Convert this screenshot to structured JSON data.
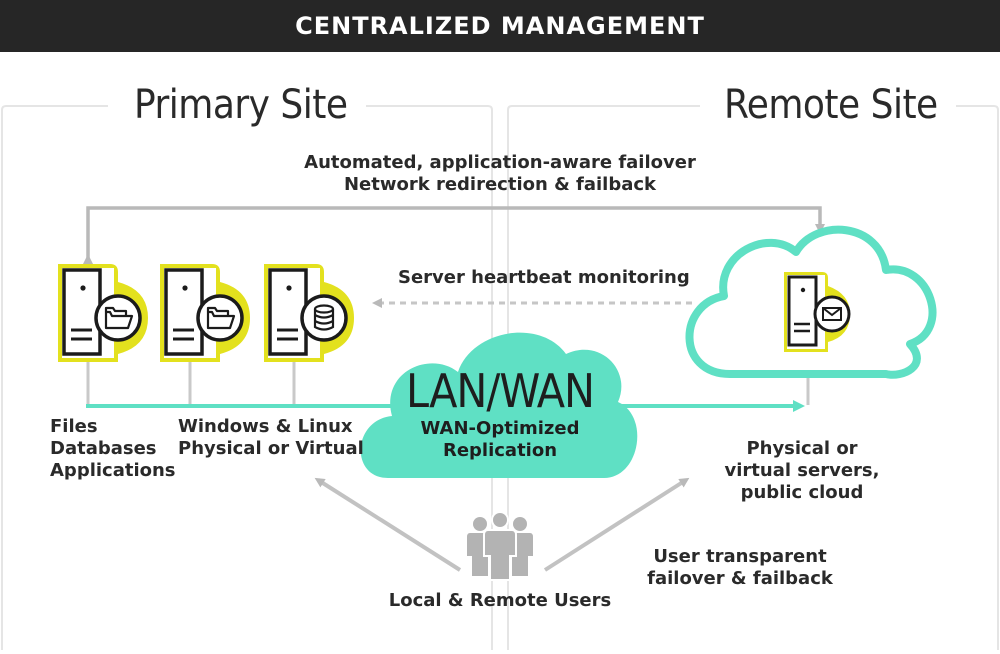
{
  "header": {
    "title": "CENTRALIZED MANAGEMENT"
  },
  "sites": {
    "primary": "Primary Site",
    "remote": "Remote Site"
  },
  "failover": {
    "line1": "Automated, application-aware failover",
    "line2": "Network redirection & failback"
  },
  "heartbeat": "Server heartbeat monitoring",
  "network": {
    "title": "LAN/WAN",
    "line1": "WAN-Optimized",
    "line2": "Replication"
  },
  "primary_labels": {
    "data_types": [
      "Files",
      "Databases",
      "Applications"
    ],
    "platforms": [
      "Windows & Linux",
      "Physical or Virtual"
    ]
  },
  "remote_labels": {
    "targets": [
      "Physical or",
      "virtual servers,",
      "public cloud"
    ]
  },
  "users": {
    "label": "Local & Remote Users",
    "transparent": [
      "User transparent",
      "failover & failback"
    ]
  },
  "icons": {
    "server_1": "folder-icon",
    "server_2": "folder-icon",
    "server_3": "database-icon",
    "remote_server": "envelope-icon",
    "users": "people-icon"
  },
  "colors": {
    "accent_yellow": "#e3e11e",
    "accent_teal": "#5fe0c4",
    "banner": "#262626",
    "arrow_gray": "#b9b9b9"
  }
}
